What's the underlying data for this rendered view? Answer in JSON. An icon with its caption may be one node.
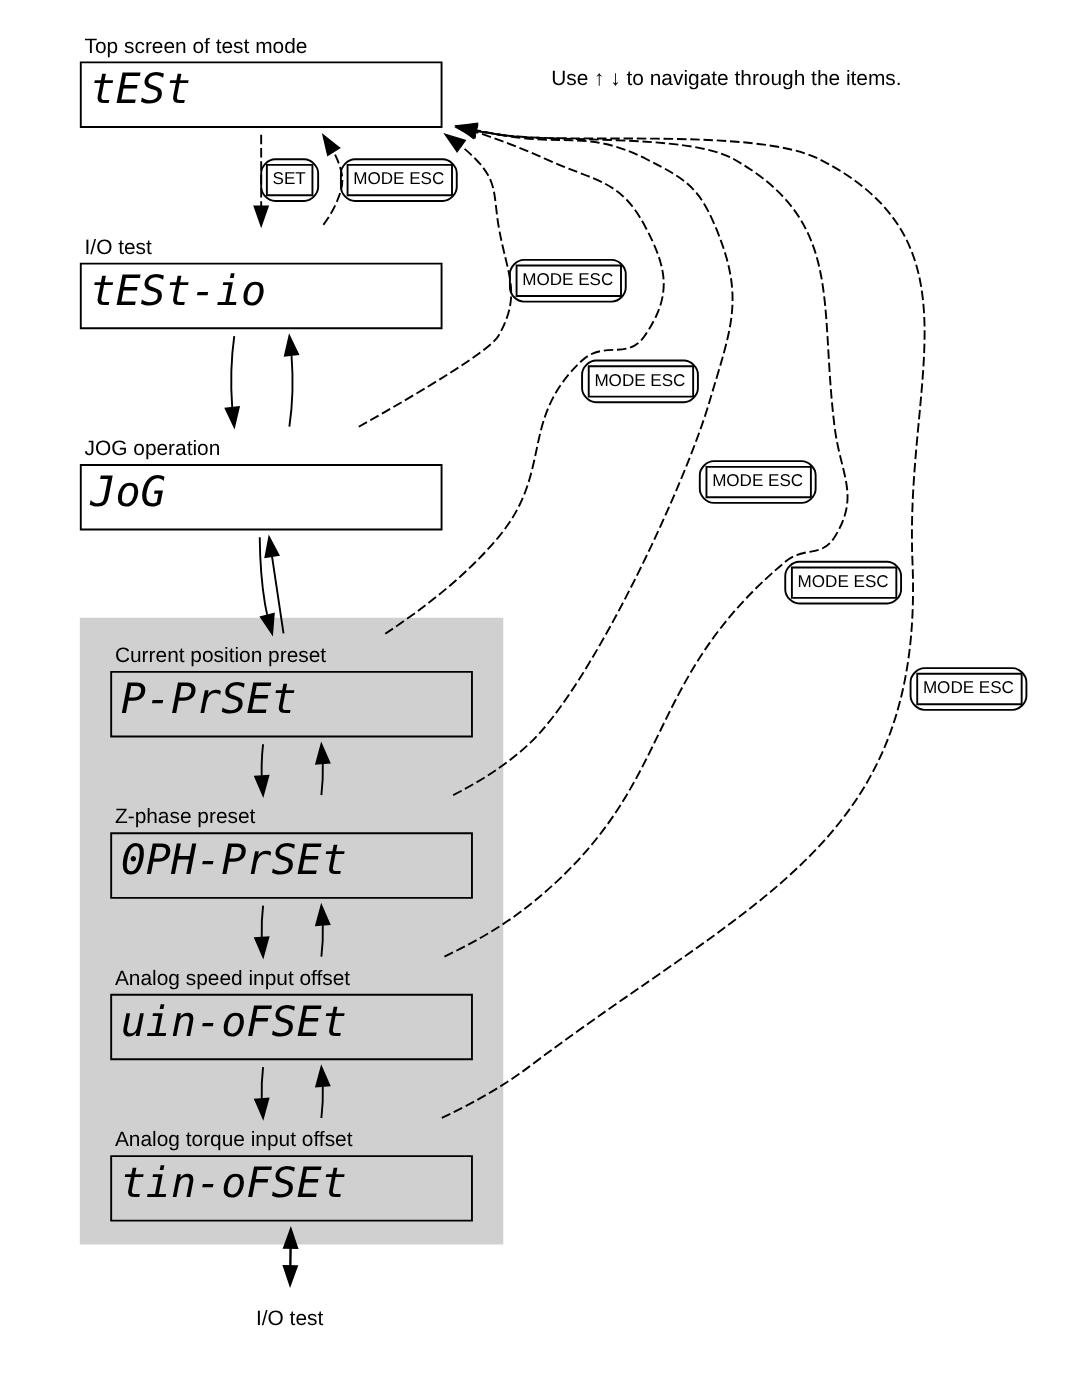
{
  "diagram": {
    "nodes": [
      {
        "text": [
          "Top screen of test mode",
          "tESt"
        ]
      },
      {
        "text": [
          "I/O test",
          "tESt-io"
        ]
      },
      {
        "text": [
          "JOG operation",
          "JoG"
        ]
      },
      {
        "text": [],
        "shape": "box"
      },
      {
        "text": [
          "Current position preset",
          "P-PrSEt"
        ],
        "in": 3
      },
      {
        "text": [
          "Z-phase preset",
          "0PH-PrSEt"
        ],
        "in": 3
      },
      {
        "text": [
          "Analog speed input offset",
          "uin-oFSEt"
        ],
        "in": 3
      },
      {
        "text": [
          "Analog torque input offset",
          "tin-oFSEt"
        ],
        "in": 3
      },
      {
        "text": [
          "I/O test"
        ]
      }
    ],
    "edges": [
      {
        "from": 0,
        "to": 1,
        "arrow": "to",
        "style": "dashed",
        "label": "SET"
      },
      {
        "from": 1,
        "to": 0,
        "arrow": "to",
        "style": "dashed",
        "label": "MODE ESC"
      },
      {
        "from": 2,
        "to": 0,
        "arrow": "to",
        "style": "dashed",
        "label": "MODE ESC"
      },
      {
        "from": 4,
        "to": 0,
        "arrow": "to",
        "style": "dashed",
        "label": "MODE ESC"
      },
      {
        "from": 5,
        "to": 0,
        "arrow": "to",
        "style": "dashed",
        "label": "MODE ESC"
      },
      {
        "from": 6,
        "to": 0,
        "arrow": "to",
        "style": "dashed",
        "label": "MODE ESC"
      },
      {
        "from": 7,
        "to": 0,
        "arrow": "to",
        "style": "dashed",
        "label": "MODE ESC"
      },
      {
        "from": 2,
        "to": 1,
        "arrow": "to"
      },
      {
        "from": 1,
        "to": 2,
        "arrow": "to"
      },
      {
        "from": 4,
        "to": 2,
        "arrow": "to"
      },
      {
        "from": 2,
        "to": 4,
        "arrow": "to"
      },
      {
        "from": 5,
        "to": 4,
        "arrow": "to"
      },
      {
        "from": 4,
        "to": 5,
        "arrow": "to"
      },
      {
        "from": 6,
        "to": 5,
        "arrow": "to"
      },
      {
        "from": 5,
        "to": 6,
        "arrow": "to"
      },
      {
        "from": 7,
        "to": 6,
        "arrow": "to"
      },
      {
        "from": 6,
        "to": 7,
        "arrow": "to"
      },
      {
        "from": 8,
        "to": 7,
        "arrow": "to"
      },
      {
        "from": 7,
        "to": 8,
        "arrow": "to"
      }
    ],
    "labels": [
      "Use ↑ ↓ to navigate through the items."
    ]
  }
}
